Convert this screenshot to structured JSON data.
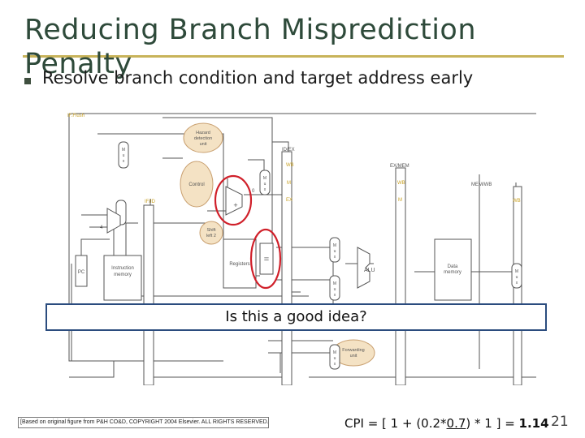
{
  "slide": {
    "title_line1": "Reducing Branch Misprediction",
    "title_line2": "Penalty",
    "bullet": "Resolve branch condition and target address early",
    "callout": "Is this a good idea?",
    "footnote": "[Based on original figure from P&H CO&D, COPYRIGHT 2004 Elsevier. ALL RIGHTS RESERVED.]",
    "cpi_prefix": "CPI = [ 1 + (0.2*",
    "cpi_underlined": "0.7",
    "cpi_suffix": ") * 1 ] = ",
    "cpi_result": "1.14",
    "page_number": "21"
  },
  "diagram": {
    "if_flush": "IF.Flush",
    "hazard_unit": [
      "Hazard",
      "detection",
      "unit"
    ],
    "control": "Control",
    "mux_letters": [
      "M",
      "u",
      "x"
    ],
    "id_ex": "ID/EX",
    "ex_mem": "EX/MEM",
    "mem_wb": "MEM/WB",
    "if_id": "IF/ID",
    "wb": "WB",
    "m": "M",
    "ex": "EX",
    "shift": [
      "Shift",
      "left 2"
    ],
    "registers": "Registers",
    "alu": "ALU",
    "data_memory": [
      "Data",
      "memory"
    ],
    "instruction_memory": [
      "Instruction",
      "memory"
    ],
    "pc": "PC",
    "four": "4",
    "zero": "0",
    "plus": "+",
    "equals": "=",
    "forwarding": [
      "Forwarding",
      "unit"
    ],
    "colors": {
      "wire": "#555555",
      "stage_label": "#c9a227",
      "highlight": "#d0202a",
      "bubble": "#f4e2c4",
      "bubble_edge": "#c9a070"
    }
  }
}
